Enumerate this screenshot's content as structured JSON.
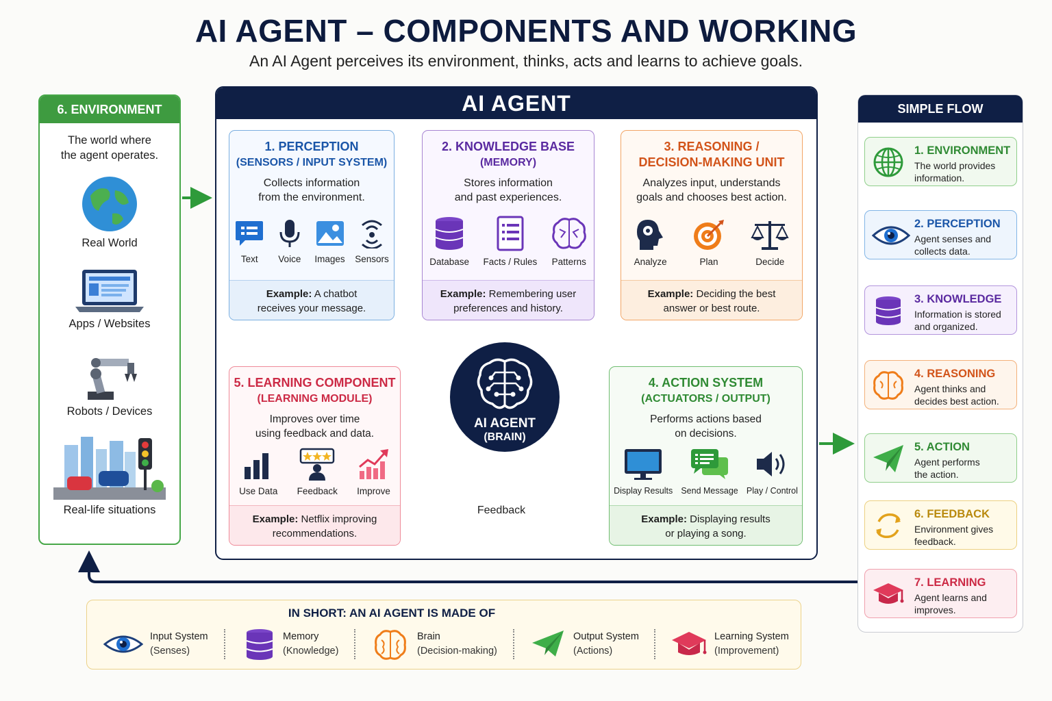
{
  "header": {
    "title": "AI AGENT – COMPONENTS AND WORKING",
    "subtitle": "An AI Agent perceives its environment, thinks, acts and learns to achieve goals."
  },
  "environment": {
    "title": "6. ENVIRONMENT",
    "description_line1": "The world where",
    "description_line2": "the agent operates.",
    "items": [
      "Real World",
      "Apps / Websites",
      "Robots / Devices",
      "Real-life situations"
    ]
  },
  "agent": {
    "title": "AI AGENT",
    "brain_title": "AI AGENT",
    "brain_subtitle": "(BRAIN)",
    "feedback_label": "Feedback",
    "perception": {
      "title_line1": "1. PERCEPTION",
      "title_line2": "(SENSORS / INPUT SYSTEM)",
      "desc_line1": "Collects information",
      "desc_line2": "from the environment.",
      "icons": [
        "Text",
        "Voice",
        "Images",
        "Sensors"
      ],
      "example_label": "Example:",
      "example_line1": " A chatbot",
      "example_line2": "receives your message."
    },
    "knowledge": {
      "title_line1": "2. KNOWLEDGE BASE",
      "title_line2": "(MEMORY)",
      "desc_line1": "Stores information",
      "desc_line2": "and past experiences.",
      "icons": [
        "Database",
        "Facts / Rules",
        "Patterns"
      ],
      "example_label": "Example:",
      "example_line1": " Remembering user",
      "example_line2": "preferences and history."
    },
    "reasoning": {
      "title_line1": "3. REASONING /",
      "title_line2": "DECISION-MAKING UNIT",
      "desc_line1": "Analyzes input, understands",
      "desc_line2": "goals and chooses best action.",
      "icons": [
        "Analyze",
        "Plan",
        "Decide"
      ],
      "example_label": "Example:",
      "example_line1": " Deciding the best",
      "example_line2": "answer or best route."
    },
    "action": {
      "title_line1": "4. ACTION SYSTEM",
      "title_line2": "(ACTUATORS / OUTPUT)",
      "desc_line1": "Performs actions based",
      "desc_line2": "on decisions.",
      "icons": [
        "Display Results",
        "Send Message",
        "Play / Control"
      ],
      "example_label": "Example:",
      "example_line1": " Displaying results",
      "example_line2": "or playing a song."
    },
    "learning": {
      "title_line1": "5. LEARNING COMPONENT",
      "title_line2": "(LEARNING MODULE)",
      "desc_line1": "Improves over time",
      "desc_line2": "using feedback and data.",
      "icons": [
        "Use Data",
        "Feedback",
        "Improve"
      ],
      "example_label": "Example:",
      "example_line1": " Netflix improving",
      "example_line2": "recommendations."
    }
  },
  "flow": {
    "title": "SIMPLE FLOW",
    "steps": [
      {
        "title": "1. ENVIRONMENT",
        "line1": "The world provides",
        "line2": "information."
      },
      {
        "title": "2. PERCEPTION",
        "line1": "Agent senses and",
        "line2": "collects data."
      },
      {
        "title": "3. KNOWLEDGE",
        "line1": "Information is stored",
        "line2": "and organized."
      },
      {
        "title": "4. REASONING",
        "line1": "Agent thinks and",
        "line2": "decides best action."
      },
      {
        "title": "5. ACTION",
        "line1": "Agent performs",
        "line2": "the action."
      },
      {
        "title": "6. FEEDBACK",
        "line1": "Environment gives",
        "line2": "feedback."
      },
      {
        "title": "7. LEARNING",
        "line1": "Agent learns and",
        "line2": "improves."
      }
    ]
  },
  "summary": {
    "title": "IN SHORT: AN AI AGENT IS MADE OF",
    "items": [
      {
        "line1": "Input System",
        "line2": "(Senses)"
      },
      {
        "line1": "Memory",
        "line2": "(Knowledge)"
      },
      {
        "line1": "Brain",
        "line2": "(Decision-making)"
      },
      {
        "line1": "Output System",
        "line2": "(Actions)"
      },
      {
        "line1": "Learning System",
        "line2": "(Improvement)"
      }
    ]
  },
  "colors": {
    "navy": "#0f1f45",
    "green": "#3e9b40",
    "blue": "#1b56a8",
    "purple": "#5a2aa0",
    "orange": "#d2541a",
    "red": "#cc2a45",
    "gold": "#d8a020"
  }
}
